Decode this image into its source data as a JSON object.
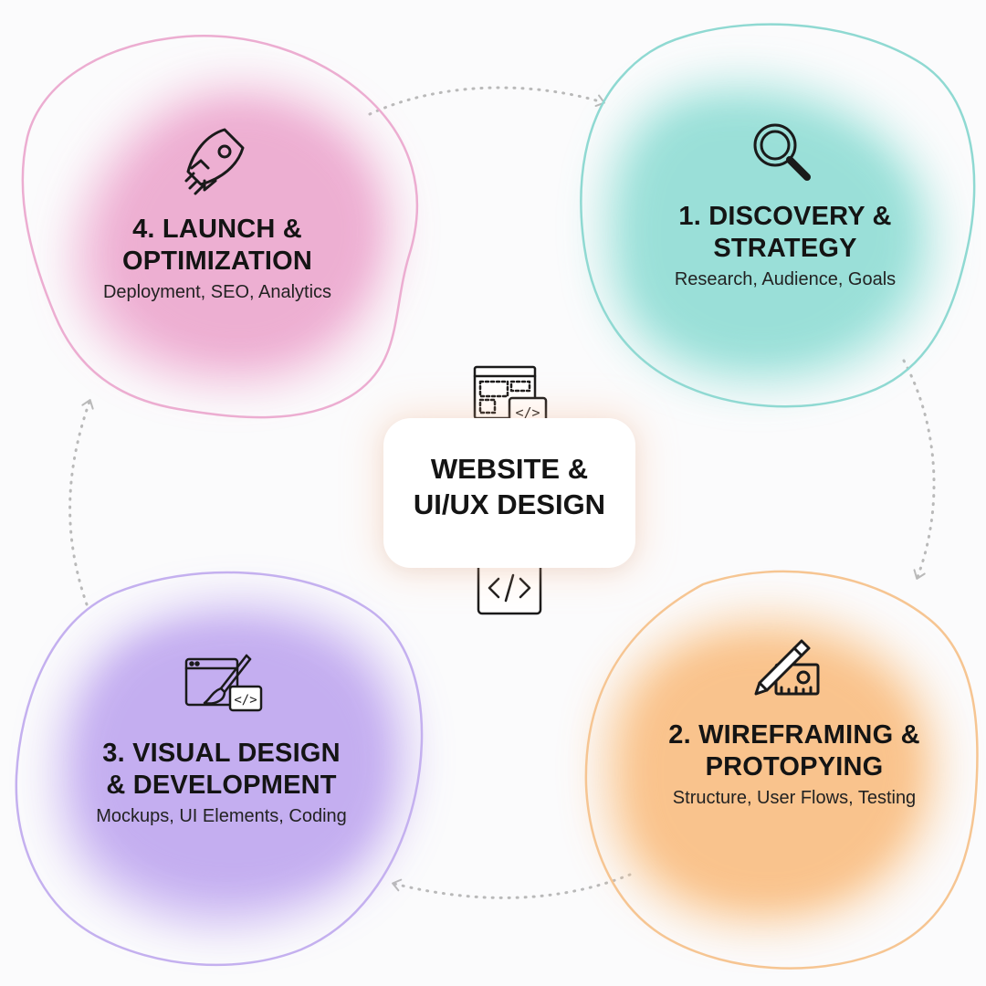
{
  "center": {
    "title_line1": "WEBSITE &",
    "title_line2": "UI/UX DESIGN",
    "top_icon": "wireframe-code-icon",
    "bottom_icon": "browser-code-icon"
  },
  "stages": [
    {
      "id": "discovery",
      "title_line1": "1. DISCOVERY &",
      "title_line2": "STRATEGY",
      "subtitle": "Research, Audience, Goals",
      "icon": "magnifier-icon",
      "color": "#9fe3dc",
      "outline": "#8fd9d2"
    },
    {
      "id": "wireframing",
      "title_line1": "2. WIREFRAMING &",
      "title_line2": "PROTOPYING",
      "subtitle": "Structure, User Flows, Testing",
      "icon": "pencil-ruler-icon",
      "color": "#fbc892",
      "outline": "#f6c592"
    },
    {
      "id": "visual",
      "title_line1": "3. VISUAL DESIGN",
      "title_line2": "& DEVELOPMENT",
      "subtitle": "Mockups, UI Elements, Coding",
      "icon": "design-brush-code-icon",
      "color": "#c8b3f2",
      "outline": "#c4b0ef"
    },
    {
      "id": "launch",
      "title_line1": "4. LAUNCH &",
      "title_line2": "OPTIMIZATION",
      "subtitle": "Deployment, SEO, Analytics",
      "icon": "rocket-icon",
      "color": "#f0b4d6",
      "outline": "#ecadd1"
    }
  ],
  "connectors": {
    "style": "dotted",
    "direction": "clockwise",
    "color": "#b9b9b9"
  }
}
